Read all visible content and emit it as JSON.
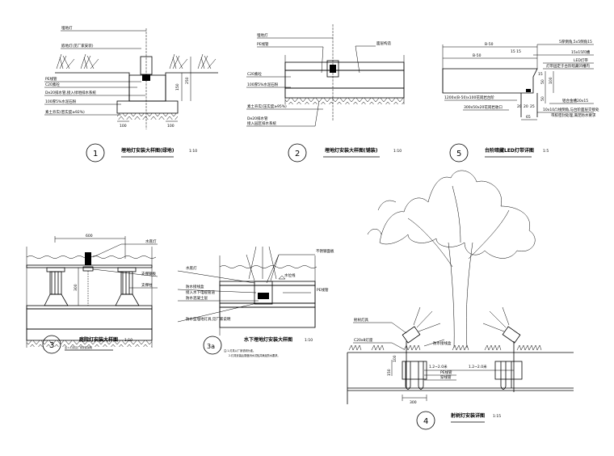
{
  "details": {
    "d1": {
      "number": "1",
      "title": "埋地灯安装大样图(绿地)",
      "scale": "1:10",
      "labels": [
        "埋地灯",
        "嵌地灯(见厂家安装)",
        "PE线管",
        "C20素砼",
        "De20排水管,接入绿地排水系统",
        "100厚5%水泥石粉",
        "素土夯实(密实度≥92%)"
      ],
      "dims": [
        "100",
        "100",
        "150",
        "250"
      ]
    },
    "d2": {
      "number": "2",
      "title": "埋地灯安装大样图(铺装)",
      "scale": "1:10",
      "labels": [
        "埋地灯",
        "PE线管",
        "面层构造",
        "C20素砼",
        "100厚5%水泥石粉",
        "素土夯实(压实度≥95%)",
        "De20排水管",
        "接入园区排水系统"
      ]
    },
    "d5": {
      "number": "5",
      "title": "台阶暗藏LED灯带详图",
      "scale": "1:5",
      "labels": [
        "5厚倒角,5x5倒角15",
        "15x15凹槽",
        "LED灯带",
        "灯带固定于台阶暗藏凹槽内",
        "1200x(B-50)x100花岗岩台阶",
        "300x50x20花岗岩收口",
        "铝合金槽20x15",
        "10x10凸线倒角,与台阶面层交接处",
        "带胶密封处理,满足防水要求"
      ],
      "dims": [
        "B-50",
        "B-50",
        "15 15",
        "15",
        "100",
        "20",
        "20",
        "25",
        "65",
        "50",
        "50"
      ]
    },
    "d3": {
      "number": "3",
      "title": "庭院灯安装大样图",
      "scale": "1:10",
      "labels": [
        "水底灯",
        "支撑钢板",
        "支撑柱",
        "注:1.灯具见厂家安装说明"
      ],
      "dims": [
        "600",
        "300"
      ]
    },
    "d3a": {
      "number": "3a",
      "title": "水下埋地灯安装大样图",
      "scale": "1:10",
      "labels": [
        "不锈钢面板",
        "水底灯",
        "防水接线盒",
        "接入水下电缆管道",
        "防水混凝土层",
        "防水型埋地灯具,见厂家说明",
        "水位线",
        "PE线管"
      ],
      "notes": [
        "注:1.灯具以厂家说明为准。",
        "2.灯具安装后需做闭水试验并满足防水要求。"
      ]
    },
    "d4": {
      "number": "4",
      "title": "射树灯安装详图",
      "scale": "1:15",
      "labels": [
        "射树灯具",
        "C20x8灯座",
        "防水接线盒",
        "PE线管",
        "穿线管"
      ],
      "dims": [
        "1.2~2.0米",
        "1.2~2.0米",
        "300",
        "150",
        "100"
      ]
    }
  }
}
